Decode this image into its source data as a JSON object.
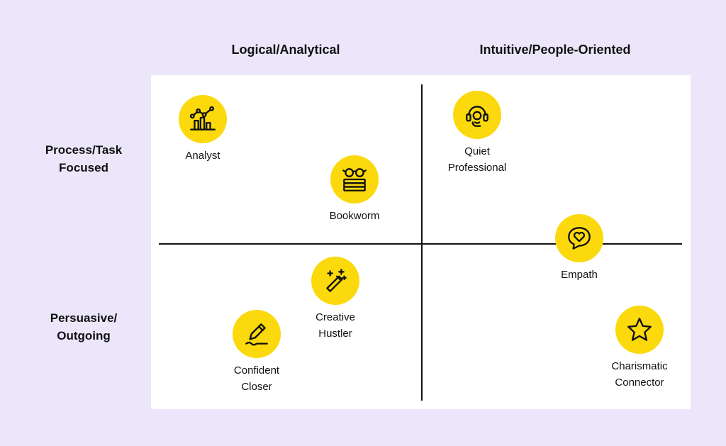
{
  "columns": [
    "Logical/Analytical",
    "Intuitive/People-Oriented"
  ],
  "rows": [
    [
      "Process/Task",
      "Focused"
    ],
    [
      "Persuasive/",
      "Outgoing"
    ]
  ],
  "personas": [
    {
      "label": [
        "Analyst"
      ],
      "icon": "bar-chart-icon"
    },
    {
      "label": [
        "Bookworm"
      ],
      "icon": "book-glasses-icon"
    },
    {
      "label": [
        "Quiet",
        "Professional"
      ],
      "icon": "headset-icon"
    },
    {
      "label": [
        "Empath"
      ],
      "icon": "chat-heart-icon"
    },
    {
      "label": [
        "Creative",
        "Hustler"
      ],
      "icon": "magic-wand-icon"
    },
    {
      "label": [
        "Confident",
        "Closer"
      ],
      "icon": "signature-pen-icon"
    },
    {
      "label": [
        "Charismatic",
        "Connector"
      ],
      "icon": "star-icon"
    }
  ],
  "colors": {
    "background": "#ece6fb",
    "board": "#ffffff",
    "accent": "#fbd90c",
    "ink": "#111111"
  }
}
